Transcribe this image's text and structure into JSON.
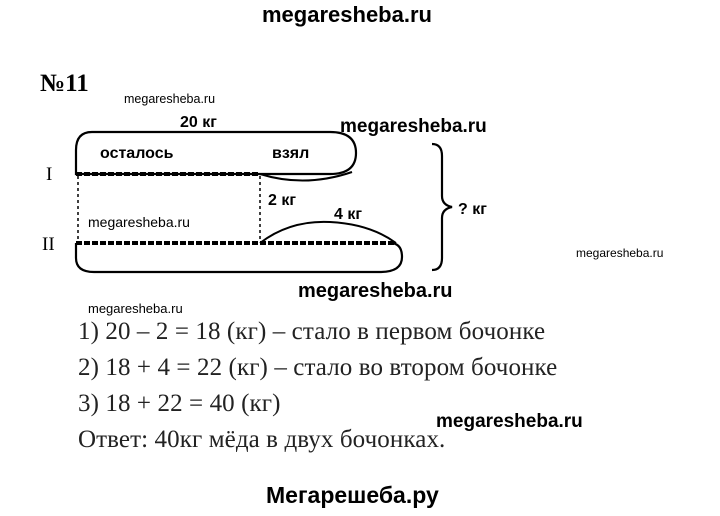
{
  "watermarks": {
    "top": "megaresheba.ru",
    "near_number": "megaresheba.ru",
    "diagram_top": "megaresheba.ru",
    "diagram_left": "megaresheba.ru",
    "diagram_right": "megaresheba.ru",
    "below_diagram_left": "megaresheba.ru",
    "below_diagram": "megaresheba.ru",
    "solution_right": "megaresheba.ru",
    "bottom": "Мегарешеба.ру"
  },
  "problem_number": "№11",
  "diagram": {
    "row_I_label": "I",
    "row_II_label": "II",
    "total_label": "20 кг",
    "remaining_label": "осталось",
    "taken_label": "взял",
    "taken_amount": "2 кг",
    "added_amount": "4 кг",
    "sum_label": "? кг"
  },
  "solution": [
    "1) 20 – 2 = 18 (кг) – стало в первом бочонке",
    "2) 18 + 4 = 22 (кг) – стало во втором бочонке",
    "3) 18 + 22 = 40 (кг)",
    "Ответ: 40кг мёда в двух бочонках."
  ]
}
